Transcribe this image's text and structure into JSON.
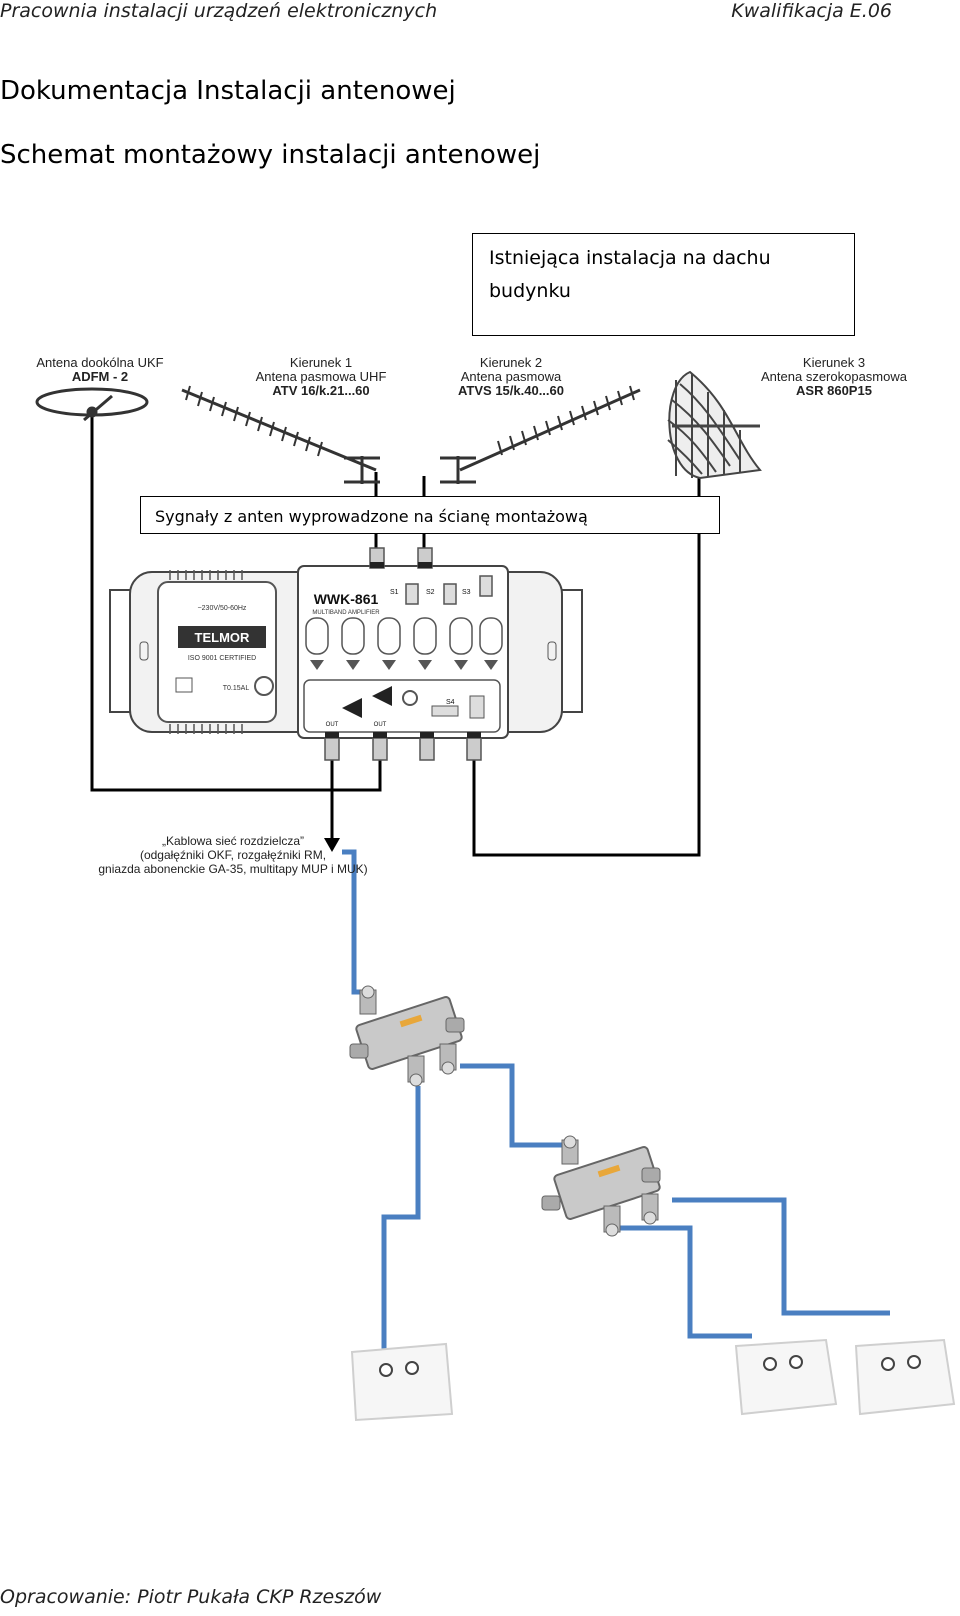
{
  "header": {
    "left": "Pracownia instalacji urządzeń elektronicznych",
    "right": "Kwalifikacja E.06"
  },
  "titles": {
    "doc_title": "Dokumentacja Instalacji antenowej",
    "section_title": "Schemat montażowy instalacji antenowej"
  },
  "callouts": {
    "roof": "Istniejąca instalacja na dachu budynku",
    "wall": "Sygnały z anten wyprowadzone na ścianę montażową"
  },
  "antennas": [
    {
      "line1": "",
      "line2": "Antena dookólna UKF",
      "model": "ADFM - 2"
    },
    {
      "line1": "Kierunek 1",
      "line2": "Antena pasmowa UHF",
      "model": "ATV 16/k.21...60"
    },
    {
      "line1": "Kierunek 2",
      "line2": "Antena pasmowa",
      "model": "ATVS 15/k.40...60"
    },
    {
      "line1": "Kierunek 3",
      "line2": "Antena szerokopasmowa",
      "model": "ASR 860P15"
    }
  ],
  "amplifier": {
    "model": "WWK-861",
    "subtitle": "MULTIBAND AMPLIFIER",
    "brand": "TELMOR",
    "cert": "ISO 9001 CERTIFIED",
    "supply": "~230V/50-60Hz",
    "fuse": "T0.15AL",
    "switches": [
      "S1",
      "S2",
      "S3",
      "S4"
    ],
    "outputs": [
      "OUT",
      "OUT"
    ]
  },
  "distribution_note": {
    "line1": "„Kablowa sieć rozdzielcza”",
    "line2": "(odgałęźniki OKF, rozgałęźniki RM,",
    "line3": "gniazda abonenckie GA-35, multitapy MUP i MUK)"
  },
  "colors": {
    "cable_blue": "#4a7fc1",
    "wire_black": "#000000"
  },
  "footer": "Opracowanie: Piotr Pukała  CKP Rzeszów"
}
